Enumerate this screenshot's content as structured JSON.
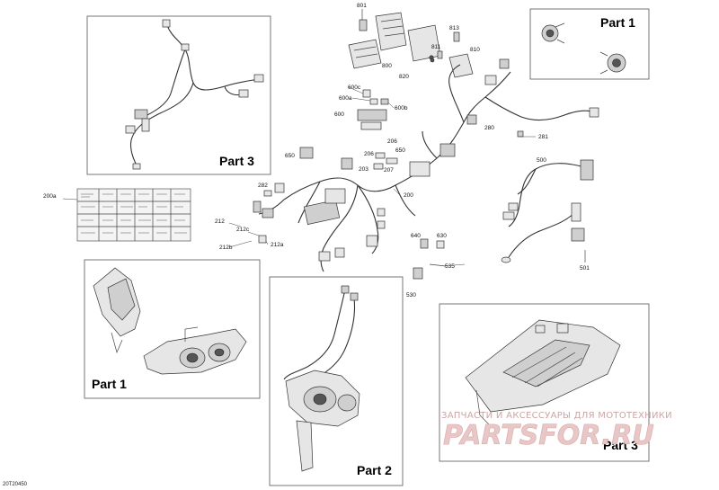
{
  "document_code": "20T20450",
  "watermark": {
    "text": "ЗАПЧАСТИ И АКСЕССУАРЫ ДЛЯ МОТОТЕХНИКИ",
    "logo": "PARTSFOR.RU"
  },
  "panels": [
    {
      "id": "part3-top",
      "title": "Part 3"
    },
    {
      "id": "part1-top",
      "title": "Part 1"
    },
    {
      "id": "part1-bottom",
      "title": "Part 1"
    },
    {
      "id": "part2-bottom",
      "title": "Part 2"
    },
    {
      "id": "part3-bottom",
      "title": "Part 3"
    }
  ],
  "callouts": [
    "801",
    "800",
    "820",
    "813",
    "811",
    "810",
    "600c",
    "600a",
    "600b",
    "600",
    "280",
    "281",
    "650",
    "206",
    "650",
    "203",
    "207",
    "200",
    "500",
    "282",
    "200a",
    "212",
    "212c",
    "212a",
    "212b",
    "640",
    "630",
    "535",
    "530",
    "501"
  ]
}
